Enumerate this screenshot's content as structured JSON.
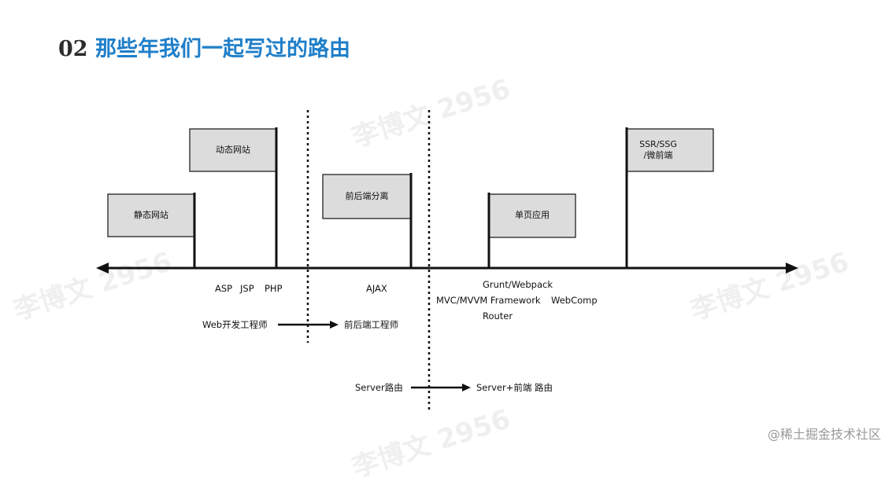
{
  "heading": {
    "number": "02",
    "text": "那些年我们一起写过的路由"
  },
  "flags": {
    "static_site": "静态网站",
    "dynamic_site": "动态网站",
    "frontend_backend_split": "前后端分离",
    "spa": "单页应用",
    "ssr_line1": "SSR/SSG",
    "ssr_line2": "/微前端"
  },
  "tech_labels": {
    "asp": "ASP",
    "jsp": "JSP",
    "php": "PHP",
    "ajax": "AJAX",
    "grunt_webpack": "Grunt/Webpack",
    "mvc_mvvm": "MVC/MVVM Framework",
    "webcomp": "WebComp",
    "router": "Router"
  },
  "roles": {
    "web_engineer": "Web开发工程师",
    "fe_be_engineer": "前后端工程师"
  },
  "routing": {
    "server_routing": "Server路由",
    "server_fe_routing": "Server+前端 路由"
  },
  "watermark": "李博文 2956",
  "footer_watermark": "@稀土掘金技术社区"
}
